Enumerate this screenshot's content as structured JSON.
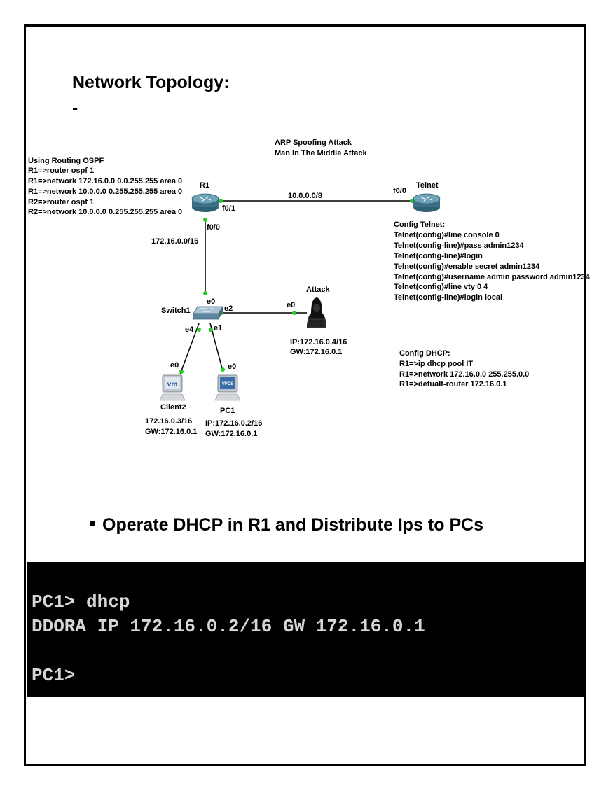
{
  "heading": "Network Topology:",
  "dash": "-",
  "topology": {
    "attack_title_1": "ARP Spoofing Attack",
    "attack_title_2": "Man In The Middle Attack",
    "ospf": [
      "Using Routing OSPF",
      "R1=>router ospf 1",
      "R1=>network 172.16.0.0 0.0.255.255 area 0",
      "R1=>network 10.0.0.0 0.255.255.255 area 0",
      "R2=>router ospf 1",
      "R2=>network 10.0.0.0 0.255.255.255 area 0"
    ],
    "r1_label": "R1",
    "telnet_label": "Telnet",
    "link_r1_telnet": "10.0.0.0/8",
    "r1_port_f01": "f0/1",
    "telnet_port_f00": "f0/0",
    "r1_port_f00": "f0/0",
    "link_r1_switch": "172.16.0.0/16",
    "switch_label": "Switch1",
    "sw_port_e0": "e0",
    "sw_port_e2": "e2",
    "sw_port_e4": "e4",
    "sw_port_e1": "e1",
    "attack_label": "Attack",
    "attack_port": "e0",
    "attack_ip": "IP:172.16.0.4/16",
    "attack_gw": "GW:172.16.0.1",
    "client2_port": "e0",
    "client2_label": "Client2",
    "client2_ip": "172.16.0.3/16",
    "client2_gw": "GW:172.16.0.1",
    "client2_icon_text": "vm",
    "pc1_port": "e0",
    "pc1_label": "PC1",
    "pc1_ip": "IP:172.16.0.2/16",
    "pc1_gw": "GW:172.16.0.1",
    "pc1_icon_text": "VPCS",
    "telnet_config": [
      "Config Telnet:",
      "Telnet(config)#line console 0",
      "Telnet(config-line)#pass admin1234",
      "Telnet(config-line)#login",
      "Telnet(config)#enable secret admin1234",
      "Telnet(config)#username admin password admin1234",
      "Telnet(config)#line vty 0 4",
      "Telnet(config-line)#login local"
    ],
    "dhcp_config": [
      "Config DHCP:",
      "R1=>ip dhcp pool IT",
      "R1=>network 172.16.0.0 255.255.0.0",
      "R1=>defualt-router 172.16.0.1"
    ]
  },
  "bullet": "Operate DHCP in R1 and Distribute Ips to PCs",
  "console": {
    "lines": [
      "PC1> dhcp",
      "DDORA IP 172.16.0.2/16 GW 172.16.0.1",
      "",
      "PC1>"
    ]
  },
  "colors": {
    "link": "#000000",
    "port_dot": "#22cc22",
    "router": "#3d6f86",
    "console_bg": "#000000",
    "console_fg": "#d6d6d6"
  },
  "icons": [
    "router-icon",
    "switch-icon",
    "hacker-icon",
    "vm-workstation-icon",
    "vpcs-workstation-icon"
  ]
}
